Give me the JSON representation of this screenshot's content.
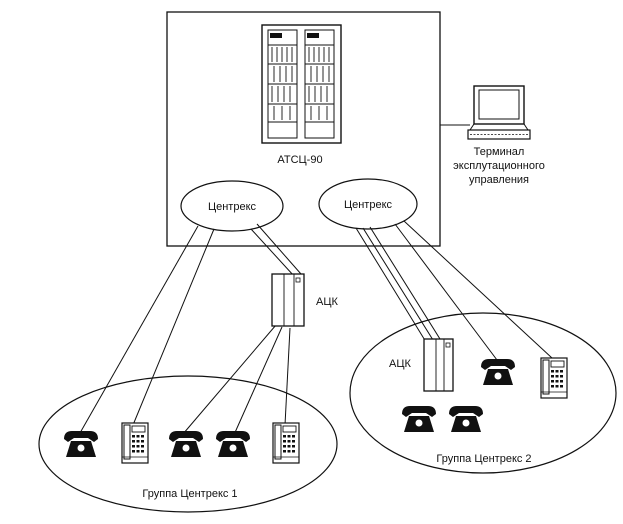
{
  "station": {
    "label": "АТСЦ-90",
    "icon": "switch-rack-icon"
  },
  "terminal": {
    "label_lines": [
      "Терминал",
      "эксплутационного",
      "управления"
    ],
    "icon": "computer-terminal-icon"
  },
  "centrex_nodes": [
    {
      "label": "Центрекс"
    },
    {
      "label": "Центрекс"
    }
  ],
  "pbx_units": [
    {
      "label": "АЦК",
      "icon": "pbx-cabinet-icon"
    },
    {
      "label": "АЦК",
      "icon": "pbx-cabinet-icon"
    }
  ],
  "groups": [
    {
      "label": "Группа Центрекс 1",
      "devices": [
        "telephone",
        "keypad-phone",
        "telephone",
        "telephone",
        "keypad-phone"
      ]
    },
    {
      "label": "Группа Центрекс 2",
      "devices": [
        "telephone",
        "keypad-phone",
        "telephone",
        "telephone"
      ]
    }
  ],
  "colors": {
    "ink": "#111111",
    "background": "#ffffff"
  }
}
